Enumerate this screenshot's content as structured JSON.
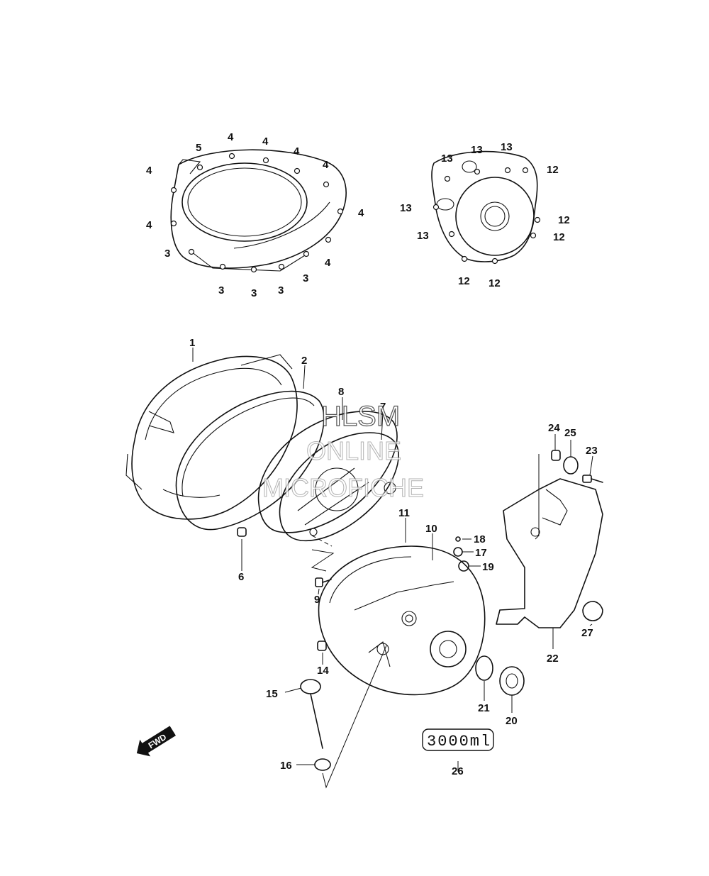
{
  "watermark": {
    "line1": "HLSM",
    "line2": "ONLINE",
    "line3": "MICROFICHE"
  },
  "fwd_label": "FWD",
  "oil_label": "3000ml",
  "callouts": [
    "1",
    "2",
    "3",
    "4",
    "5",
    "6",
    "7",
    "8",
    "9",
    "10",
    "11",
    "12",
    "13",
    "14",
    "15",
    "16",
    "17",
    "18",
    "19",
    "20",
    "21",
    "22",
    "23",
    "24",
    "25",
    "26",
    "27"
  ]
}
